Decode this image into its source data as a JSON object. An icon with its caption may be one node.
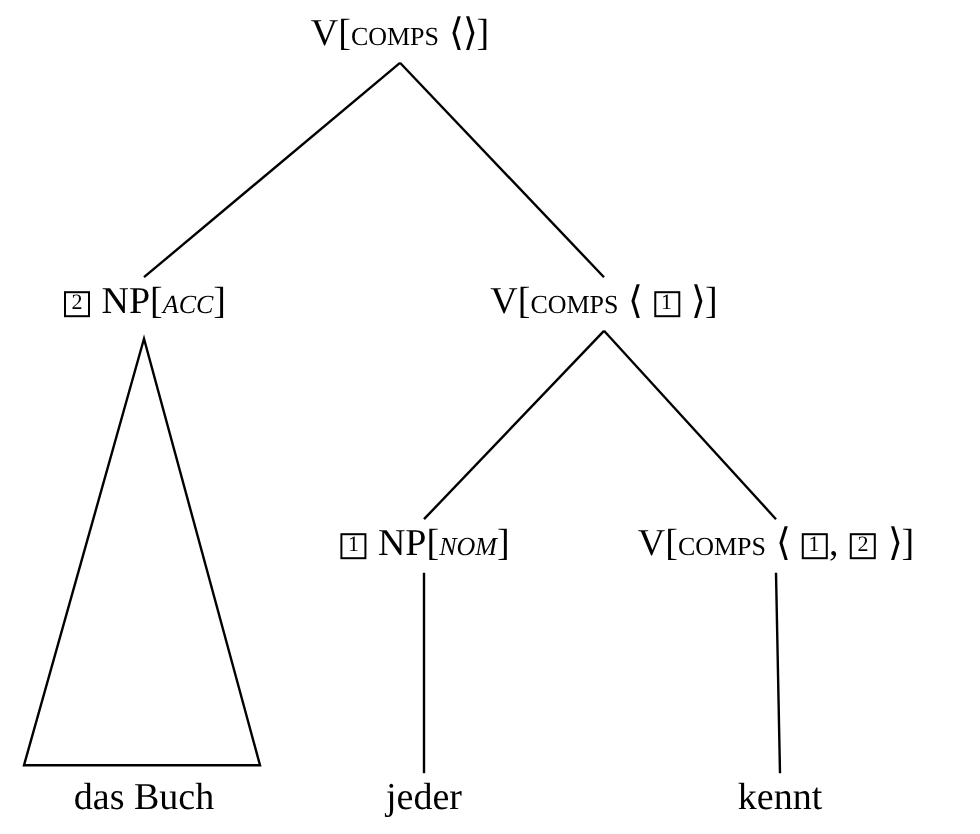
{
  "diagram": {
    "nodes": [
      {
        "text": [
          "V[comps ⟨⟩]"
        ]
      },
      {
        "text": [
          "2 NP[*acc*]"
        ]
      },
      {
        "text": [
          "V[comps ⟨ 1 ⟩]"
        ]
      },
      {
        "text": [
          "1 NP[*nom*]"
        ]
      },
      {
        "text": [
          "V[comps ⟨ 1, 2 ⟩]"
        ]
      },
      {
        "text": [
          "das Buch"
        ]
      },
      {
        "text": [
          "jeder"
        ]
      },
      {
        "text": [
          "kennt"
        ]
      }
    ],
    "edges": [
      {
        "from": 0,
        "to": 1,
        "arrow": "none"
      },
      {
        "from": 0,
        "to": 2,
        "arrow": "none"
      },
      {
        "from": 1,
        "to": 5,
        "arrow": "none"
      },
      {
        "from": 2,
        "to": 3,
        "arrow": "none"
      },
      {
        "from": 2,
        "to": 4,
        "arrow": "none"
      },
      {
        "from": 3,
        "to": 6,
        "arrow": "none"
      },
      {
        "from": 4,
        "to": 7,
        "arrow": "none"
      }
    ]
  }
}
